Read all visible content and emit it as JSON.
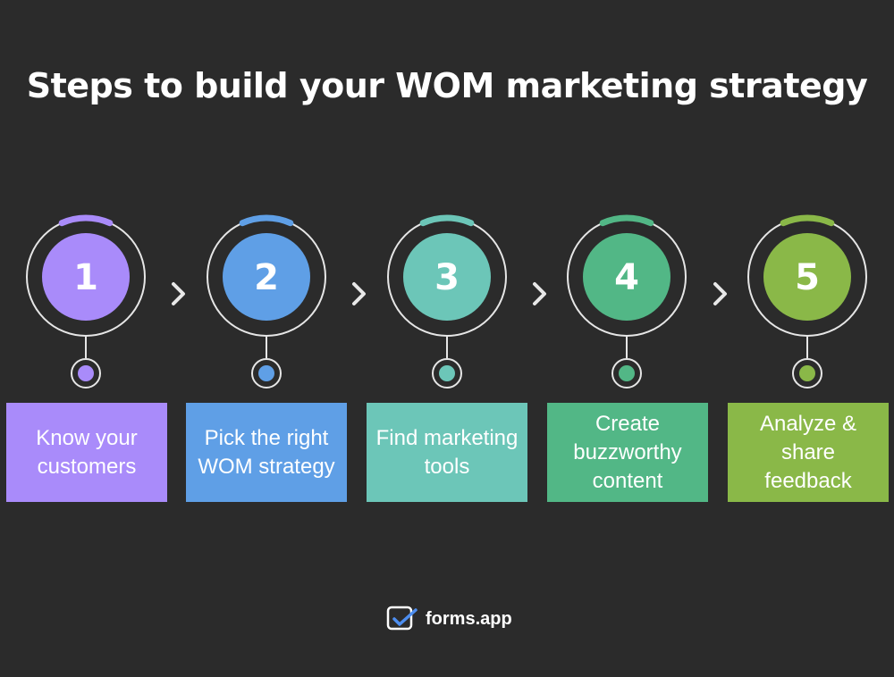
{
  "title": "Steps to build your WOM marketing strategy",
  "steps": [
    {
      "number": "1",
      "label": "Know your customers",
      "color": "#a98bfa"
    },
    {
      "number": "2",
      "label": "Pick the right WOM strategy",
      "color": "#5f9fe6"
    },
    {
      "number": "3",
      "label": "Find marketing tools",
      "color": "#6cc6b8"
    },
    {
      "number": "4",
      "label": "Create buzzworthy content",
      "color": "#52b786"
    },
    {
      "number": "5",
      "label": "Analyze & share feedback",
      "color": "#8ab848"
    }
  ],
  "arrow_icon": "chevron-right-icon",
  "logo": {
    "text": "forms.app",
    "icon": "forms-app-logo-icon"
  }
}
